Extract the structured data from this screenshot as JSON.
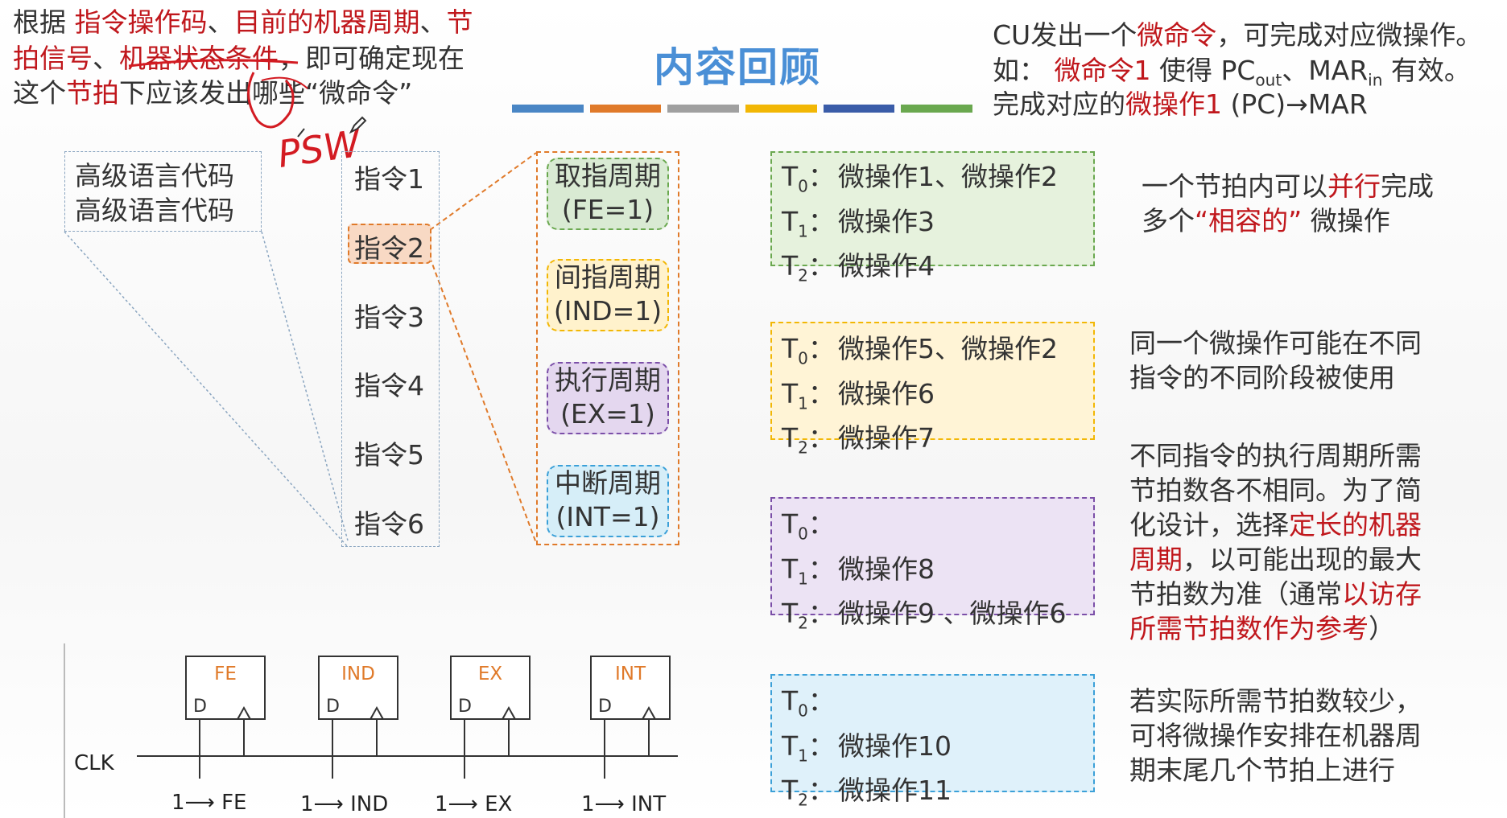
{
  "title": "内容回顾",
  "top_left": {
    "l1": [
      {
        "t": "根据 ",
        "c": "n"
      },
      {
        "t": "指令操作码",
        "c": "r"
      },
      {
        "t": "、",
        "c": "n"
      },
      {
        "t": "目前的机器周期",
        "c": "r"
      },
      {
        "t": "、",
        "c": "n"
      },
      {
        "t": "节",
        "c": "r"
      }
    ],
    "l2": [
      {
        "t": "拍信号",
        "c": "r"
      },
      {
        "t": "、",
        "c": "n"
      },
      {
        "t": "机器状态条件",
        "c": "r"
      },
      {
        "t": "，即可确定现在",
        "c": "n"
      }
    ],
    "l3": [
      {
        "t": "这个",
        "c": "n"
      },
      {
        "t": "节拍",
        "c": "r"
      },
      {
        "t": "下应该发出哪些“微命令”",
        "c": "n"
      }
    ],
    "annotation": "PSW"
  },
  "top_right": {
    "l1": [
      {
        "t": "CU发出一个",
        "c": "n"
      },
      {
        "t": "微命令",
        "c": "r"
      },
      {
        "t": "，可完成对应微操作。",
        "c": "n"
      }
    ],
    "l2_prefix": "如： ",
    "l2_cmd": "微命令1",
    "l2_mid": " 使得 PC",
    "l2_sub1": "out",
    "l2_mid2": "、MAR",
    "l2_sub2": "in",
    "l2_end": " 有效。",
    "l3_a": "完成对应的",
    "l3_b": "微操作1",
    "l3_c": " (PC)→MAR"
  },
  "color_bar": [
    "#4a86c5",
    "#e07a2a",
    "#a0a0a0",
    "#f2b705",
    "#3a5ca8",
    "#6aa84f"
  ],
  "source_code": [
    "高级语言代码",
    "高级语言代码"
  ],
  "instructions": [
    "指令1",
    "指令2",
    "指令3",
    "指令4",
    "指令5",
    "指令6"
  ],
  "cycles": [
    {
      "name": "取指周期",
      "flag": "(FE=1)",
      "bg": "#d9ead3",
      "border": "#6aa84f"
    },
    {
      "name": "间指周期",
      "flag": "(IND=1)",
      "bg": "#fff2cc",
      "border": "#f2b705"
    },
    {
      "name": "执行周期",
      "flag": "(EX=1)",
      "bg": "#e4d7ef",
      "border": "#7b4fa8"
    },
    {
      "name": "中断周期",
      "flag": "(INT=1)",
      "bg": "#d6eef8",
      "border": "#3ba0d8"
    }
  ],
  "beat_groups": [
    {
      "bg": "#e6f2dd",
      "border": "#6aa84f",
      "rows": [
        [
          "T",
          "0",
          "：",
          "微操作1、微操作2"
        ],
        [
          "T",
          "1",
          "：",
          "微操作3"
        ],
        [
          "T",
          "2",
          "：",
          "微操作4"
        ]
      ]
    },
    {
      "bg": "#fff4d6",
      "border": "#f2b705",
      "rows": [
        [
          "T",
          "0",
          "：",
          "微操作5、微操作2"
        ],
        [
          "T",
          "1",
          "：",
          "微操作6"
        ],
        [
          "T",
          "2",
          "：",
          "微操作7"
        ]
      ]
    },
    {
      "bg": "#ece3f4",
      "border": "#7b4fa8",
      "rows": [
        [
          "T",
          "0",
          "：",
          ""
        ],
        [
          "T",
          "1",
          "：",
          "微操作8"
        ],
        [
          "T",
          "2",
          "：",
          "微操作9 、微操作6"
        ]
      ]
    },
    {
      "bg": "#dff1fa",
      "border": "#3ba0d8",
      "rows": [
        [
          "T",
          "0",
          "：",
          ""
        ],
        [
          "T",
          "1",
          "：",
          "微操作10"
        ],
        [
          "T",
          "2",
          "：",
          "微操作11"
        ]
      ]
    }
  ],
  "notes": {
    "n1": [
      [
        {
          "t": "一个节拍内可以",
          "c": "n"
        },
        {
          "t": "并行",
          "c": "r"
        },
        {
          "t": "完成",
          "c": "n"
        }
      ],
      [
        {
          "t": "多个",
          "c": "n"
        },
        {
          "t": "“相容的”",
          "c": "r"
        },
        {
          "t": " 微操作",
          "c": "n"
        }
      ]
    ],
    "n2": [
      [
        {
          "t": "同一个微操作可能在不同",
          "c": "n"
        }
      ],
      [
        {
          "t": "指令的不同阶段被使用",
          "c": "n"
        }
      ]
    ],
    "n3": [
      [
        {
          "t": "不同指令的执行周期所需",
          "c": "n"
        }
      ],
      [
        {
          "t": "节拍数各不相同。为了简",
          "c": "n"
        }
      ],
      [
        {
          "t": "化设计，选择",
          "c": "n"
        },
        {
          "t": "定长的机器",
          "c": "r"
        }
      ],
      [
        {
          "t": "周期",
          "c": "r"
        },
        {
          "t": "，以可能出现的最大",
          "c": "n"
        }
      ],
      [
        {
          "t": "节拍数为准（通常",
          "c": "n"
        },
        {
          "t": "以访存",
          "c": "r"
        }
      ],
      [
        {
          "t": "所需节拍数作为参考",
          "c": "r"
        },
        {
          "t": "）",
          "c": "n"
        }
      ]
    ],
    "n4": [
      [
        {
          "t": "若实际所需节拍数较少，",
          "c": "n"
        }
      ],
      [
        {
          "t": "可将微操作安排在机器周",
          "c": "n"
        }
      ],
      [
        {
          "t": "期末尾几个节拍上进行",
          "c": "n"
        }
      ]
    ]
  },
  "circuit": {
    "clk": "CLK",
    "d": "D",
    "flipflops": [
      "FE",
      "IND",
      "EX",
      "INT"
    ],
    "outputs": [
      "1⟶ FE",
      "1⟶ IND",
      "1⟶ EX",
      "1⟶ INT"
    ]
  }
}
